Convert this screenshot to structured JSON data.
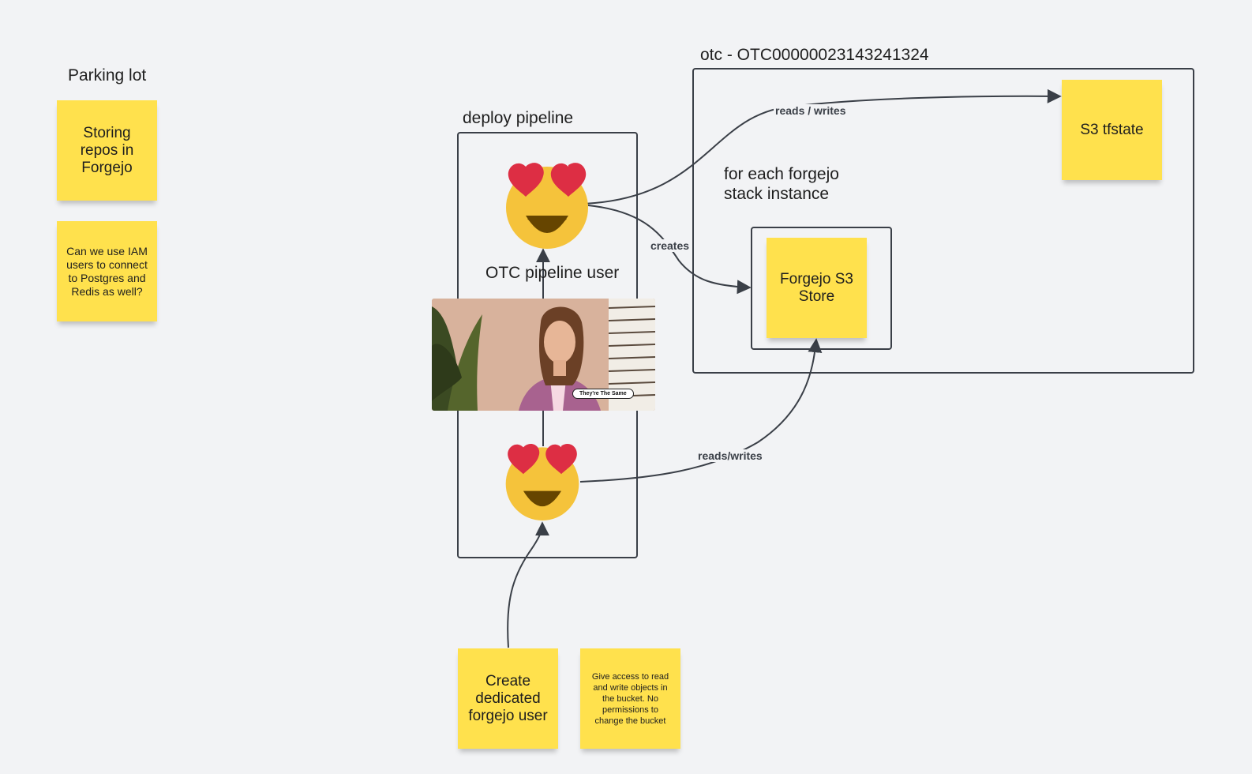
{
  "labels": {
    "parking_lot": "Parking lot",
    "deploy_pipeline": "deploy pipeline",
    "otc_account": "otc - OTC00000023143241324",
    "for_each": "for each forgejo\nstack instance",
    "pipeline_user": "OTC pipeline user"
  },
  "stickies": {
    "storing_repos": "Storing repos in Forgejo",
    "iam_users": "Can we use IAM users to connect to Postgres and Redis as well?",
    "s3_tfstate": "S3 tfstate",
    "forgejo_s3_store": "Forgejo S3 Store",
    "create_user": "Create dedicated forgejo user",
    "give_access": "Give access to read and write objects in the bucket. No permissions to change the bucket"
  },
  "edges": {
    "reads_writes_tfstate": "reads / writes",
    "creates": "creates",
    "reads_writes_store": "reads/writes"
  },
  "image": {
    "caption": "They're The Same"
  },
  "icons": {
    "emoji": "heart-eyes-emoji-icon"
  },
  "colors": {
    "sticky": "#ffe14d",
    "canvas": "#f2f3f5",
    "stroke": "#3a3f47"
  }
}
